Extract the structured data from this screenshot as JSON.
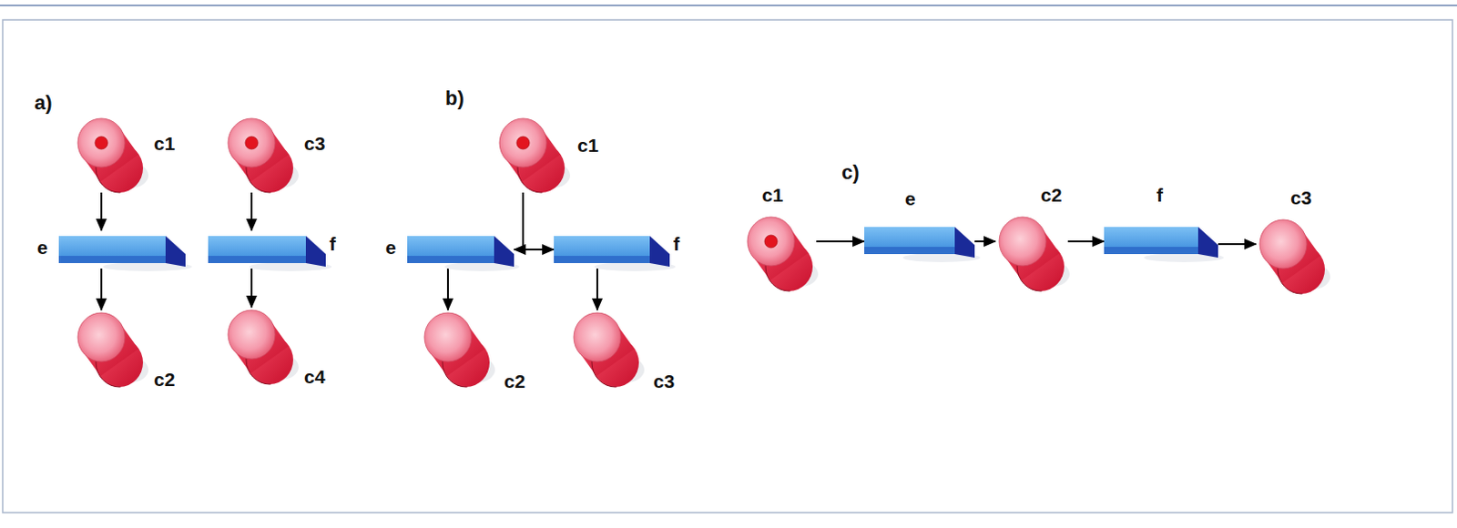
{
  "diagram": {
    "nodes": [
      {
        "text": [
          "c1"
        ]
      },
      {
        "text": [
          "e"
        ]
      },
      {
        "text": [
          "c2"
        ]
      },
      {
        "text": [
          "c3"
        ]
      },
      {
        "text": [
          "f"
        ]
      },
      {
        "text": [
          "c4"
        ]
      },
      {
        "text": [
          "c1"
        ]
      },
      {
        "text": [
          "e"
        ]
      },
      {
        "text": [
          "f"
        ]
      },
      {
        "text": [
          "c2"
        ]
      },
      {
        "text": [
          "c3"
        ]
      },
      {
        "text": [
          "c1"
        ]
      },
      {
        "text": [
          "e"
        ]
      },
      {
        "text": [
          "c2"
        ]
      },
      {
        "text": [
          "f"
        ]
      },
      {
        "text": [
          "c3"
        ]
      }
    ],
    "edges": [
      {
        "from": 0,
        "to": 1,
        "arrow": "to"
      },
      {
        "from": 1,
        "to": 2,
        "arrow": "to"
      },
      {
        "from": 3,
        "to": 4,
        "arrow": "to"
      },
      {
        "from": 4,
        "to": 5,
        "arrow": "to"
      },
      {
        "from": 6,
        "to": 7,
        "arrow": "to"
      },
      {
        "from": 6,
        "to": 8,
        "arrow": "to"
      },
      {
        "from": 7,
        "to": 9,
        "arrow": "to"
      },
      {
        "from": 8,
        "to": 10,
        "arrow": "to"
      },
      {
        "from": 11,
        "to": 12,
        "arrow": "to"
      },
      {
        "from": 12,
        "to": 13,
        "arrow": "to"
      },
      {
        "from": 13,
        "to": 14,
        "arrow": "to"
      },
      {
        "from": 14,
        "to": 15,
        "arrow": "to"
      }
    ],
    "labels": [
      "a)",
      "b)",
      "c)"
    ]
  }
}
